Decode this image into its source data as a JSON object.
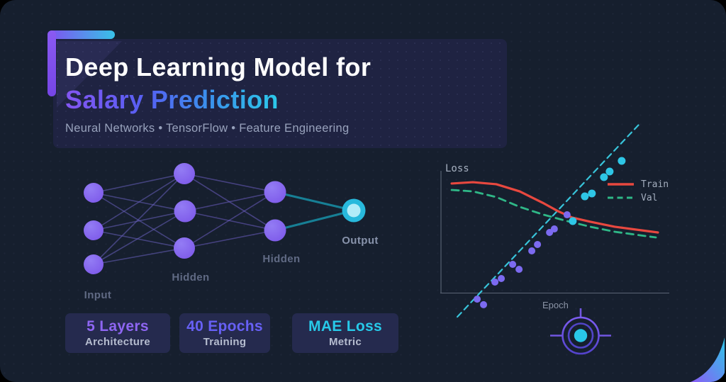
{
  "header": {
    "title_line1": "Deep Learning Model for",
    "title_line2": "Salary Prediction",
    "subtitle": "Neural Networks • TensorFlow • Feature Engineering"
  },
  "network": {
    "layer_labels": [
      "Input",
      "Hidden",
      "Hidden",
      "Output"
    ],
    "layer_sizes": [
      3,
      3,
      2,
      1
    ],
    "node_color": "#7f5ce9",
    "output_node_color": "#29bcdc",
    "connection_color": "#6a60c0",
    "output_connection_color": "#177f95"
  },
  "stats": [
    {
      "value": "5 Layers",
      "label": "Architecture",
      "value_color": "#8e66f2"
    },
    {
      "value": "40 Epochs",
      "label": "Training",
      "value_color": "#6760f5"
    },
    {
      "value": "MAE Loss",
      "label": "Metric",
      "value_color": "#27c9e9"
    }
  ],
  "icons": {
    "top_left": "corner-bracket-decoration",
    "bottom_right": "corner-wave-decoration",
    "target": "target-crosshair-icon"
  },
  "chart_data": {
    "type": "line",
    "title": "",
    "xlabel": "Epoch",
    "ylabel": "Loss",
    "grid": false,
    "legend_position": "upper right",
    "axes_note": "decorative training-loss chart; no numeric tick labels shown — x,y values are fractions of the axis lengths (y=1 at top of Loss axis)",
    "series": [
      {
        "name": "Train",
        "type": "line",
        "style": "solid",
        "color": "#e8483f",
        "width": 3.2,
        "z": 2,
        "x": [
          0.047,
          0.14,
          0.243,
          0.346,
          0.452,
          0.514,
          0.576,
          0.657,
          0.763,
          0.953
        ],
        "y": [
          0.901,
          0.912,
          0.895,
          0.836,
          0.737,
          0.673,
          0.62,
          0.585,
          0.544,
          0.497
        ]
      },
      {
        "name": "Val",
        "type": "line",
        "style": "dashed",
        "color": "#2fb787",
        "width": 2.8,
        "dash": "10 7",
        "z": 3,
        "x": [
          0.047,
          0.14,
          0.243,
          0.346,
          0.452,
          0.554,
          0.657,
          0.763,
          0.944
        ],
        "y": [
          0.848,
          0.836,
          0.789,
          0.708,
          0.643,
          0.591,
          0.544,
          0.503,
          0.456
        ]
      },
      {
        "name": "trend-line",
        "type": "line",
        "style": "dashed",
        "color": "#38c4da",
        "width": 2.2,
        "dash": "8 6",
        "z": 1,
        "x": [
          0.072,
          0.875
        ],
        "y": [
          -0.199,
          1.398
        ]
      },
      {
        "name": "epoch-scatter-early",
        "type": "scatter",
        "color": "#7c6af0",
        "r": 5,
        "z": 4,
        "x": [
          0.159,
          0.187,
          0.237,
          0.265,
          0.315,
          0.343,
          0.399,
          0.424,
          0.477,
          0.498,
          0.554
        ],
        "y": [
          -0.053,
          -0.099,
          0.088,
          0.117,
          0.234,
          0.193,
          0.345,
          0.398,
          0.497,
          0.526,
          0.643
        ]
      },
      {
        "name": "epoch-scatter-late",
        "type": "scatter",
        "color": "#2ec6e6",
        "r": 5.5,
        "z": 5,
        "x": [
          0.579,
          0.632,
          0.663,
          0.716,
          0.741,
          0.794
        ],
        "y": [
          0.591,
          0.795,
          0.819,
          0.953,
          1.0,
          1.088
        ]
      }
    ]
  }
}
